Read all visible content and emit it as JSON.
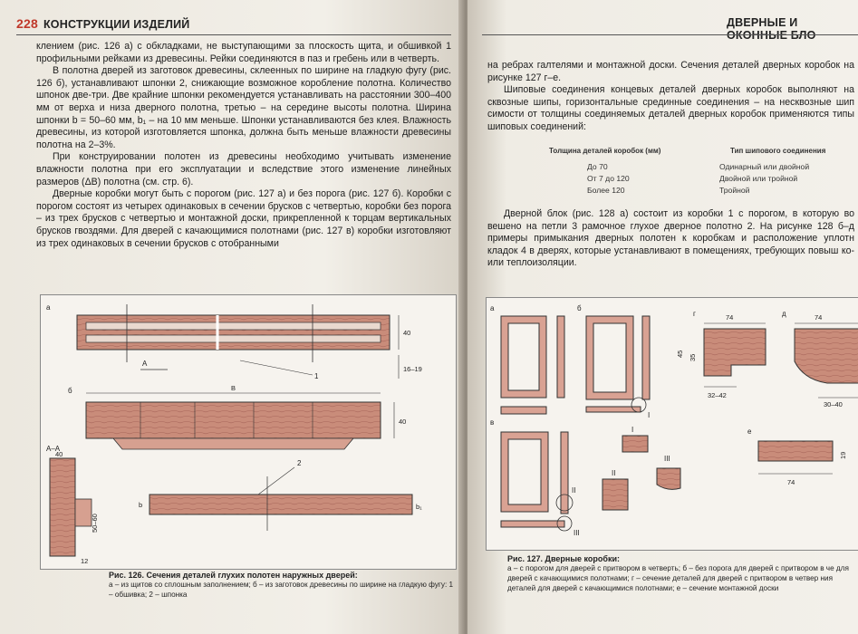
{
  "left_page": {
    "page_number": "228",
    "running_head": "КОНСТРУКЦИИ ИЗДЕЛИЙ",
    "paragraphs": [
      "клением (рис. 126 а) с обкладками, не выступающими за плоскость щита, и обшивкой 1 профильными рейками из древесины. Рейки соединяются в паз и гребень или в четверть.",
      "В полотна дверей из заготовок древесины, склеенных по ширине на гладкую фугу (рис. 126 б), устанавливают шпонки 2, снижающие возможное коробление полотна. Количество шпонок две-три. Две крайние шпонки рекомендуется устанавливать на расстоянии 300–400 мм от верха и низа дверного полотна, третью – на середине высоты полотна. Ширина шпонки b = 50–60 мм, b₁ – на 10 мм меньше. Шпонки устанавливаются без клея. Влажность древесины, из которой изготовляется шпонка, должна быть меньше влажности древесины полотна на 2–3%.",
      "При конструировании полотен из древесины необходимо учитывать изменение влажности полотна при его эксплуатации и вследствие этого изменение линейных размеров (ΔВ) полотна (см. стр. 6).",
      "Дверные коробки могут быть с порогом (рис. 127 а) и без порога (рис. 127 б). Коробки с порогом состоят из четырех одинаковых в сечении брусков с четвертью, коробки без порога – из трех брусков с четвертью и монтажной доски, прикрепленной к торцам вертикальных брусков гвоздями. Для дверей с качающимися полотнами (рис. 127 в) коробки изготовляют из трех одинаковых в сечении брусков с отобранными"
    ],
    "figure": {
      "labels": {
        "a": "а",
        "b": "б",
        "aa": "А–А",
        "arrow_a": "А",
        "width_b": "В",
        "part1": "1",
        "part2": "2",
        "b_small": "b",
        "b1_small": "b₁"
      },
      "dims": {
        "d40a": "40",
        "d16_19": "16–19",
        "d40b": "40",
        "d40c": "40",
        "d50_60": "50–60",
        "d12": "12"
      },
      "caption_title": "Рис. 126. Сечения деталей глухих полотен наружных дверей:",
      "caption_text": "а – из щитов со сплошным заполнением; б – из заготовок древесины по ширине на гладкую фугу: 1 – обшивка; 2 – шпонка"
    }
  },
  "right_page": {
    "running_head": "ДВЕРНЫЕ И ОКОННЫЕ БЛО",
    "paragraphs": [
      "на ребрах галтелями и монтажной доски. Сечения деталей дверных коробок на рисунке 127 г–е.",
      "Шиповые соединения концевых деталей дверных коробок выполняют на сквозные шипы, горизонтальные срединные соединения – на несквозные шип симости от толщины соединяемых деталей дверных коробок применяются типы шиповых соединений:"
    ],
    "table": {
      "col1_header": "Толщина деталей коробок (мм)",
      "col2_header": "Тип шипового соединения",
      "rows": [
        {
          "thickness": "До 70",
          "type": "Одинарный или двойной"
        },
        {
          "thickness": "От 7 до 120",
          "type": "Двойной или тройной"
        },
        {
          "thickness": "Более 120",
          "type": "Тройной"
        }
      ]
    },
    "paragraph_after": "Дверной блок (рис. 128 а) состоит из коробки 1 с порогом, в которую во вешено на петли 3 рамочное глухое дверное полотно 2. На рисунке 128 б–д примеры примыкания дверных полотен к коробкам и расположение уплотн кладок 4 в дверях, которые устанавливают в помещениях, требующих повыш ко- или теплоизоляции.",
    "figure": {
      "labels": {
        "a": "а",
        "b": "б",
        "v": "в",
        "g": "г",
        "d": "д",
        "e": "е",
        "I": "I",
        "II": "II",
        "III": "III"
      },
      "dims": {
        "d74a": "74",
        "d45": "45",
        "d35": "35",
        "d32_42": "32–42",
        "d74b": "74",
        "d30_40": "30–40",
        "d74c": "74",
        "d19": "19"
      },
      "caption_title": "Рис. 127. Дверные коробки:",
      "caption_text": "а – с порогом для дверей с притвором в четверть; б – без порога для дверей с притвором в че для дверей с качающимися полотнами; г – сечение деталей для дверей с притвором в четвер ния деталей для дверей с качающимися полотнами; е – сечение монтажной доски"
    }
  }
}
